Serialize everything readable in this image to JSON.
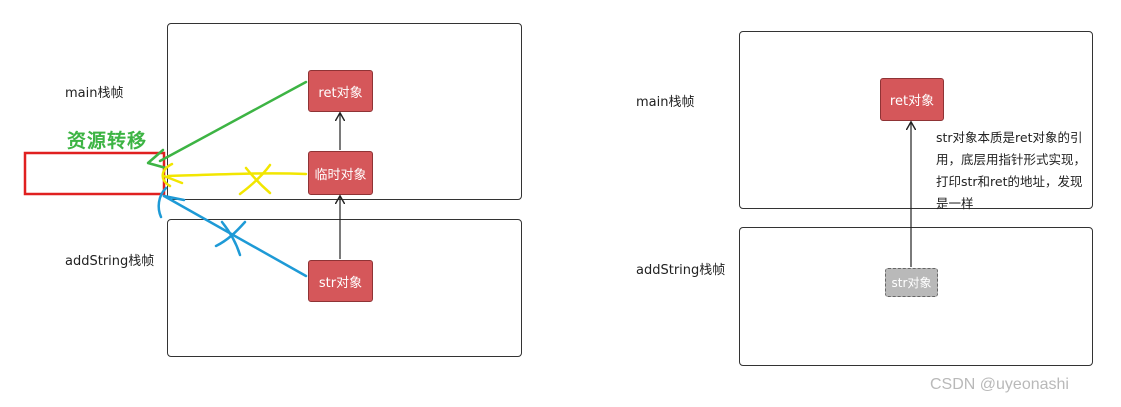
{
  "left": {
    "main_label": "main栈帧",
    "add_label": "addString栈帧",
    "ret_box": "ret对象",
    "temp_box": "临时对象",
    "str_box": "str对象",
    "transfer_text": "资源转移"
  },
  "right": {
    "main_label": "main栈帧",
    "add_label": "addString栈帧",
    "ret_box": "ret对象",
    "str_box": "str对象",
    "note_lines": [
      "str对象本质是ret对象的引",
      "用，底层用指针形式实现，",
      "打印str和ret的地址，发现",
      "是一样"
    ]
  },
  "watermark": "CSDN @uyeonashi",
  "colors": {
    "box_fill": "#d5575a",
    "green_arrow": "#3db444",
    "yellow_arrow": "#f2e600",
    "blue_arrow": "#1e9ad6",
    "red_rect": "#e02020"
  }
}
